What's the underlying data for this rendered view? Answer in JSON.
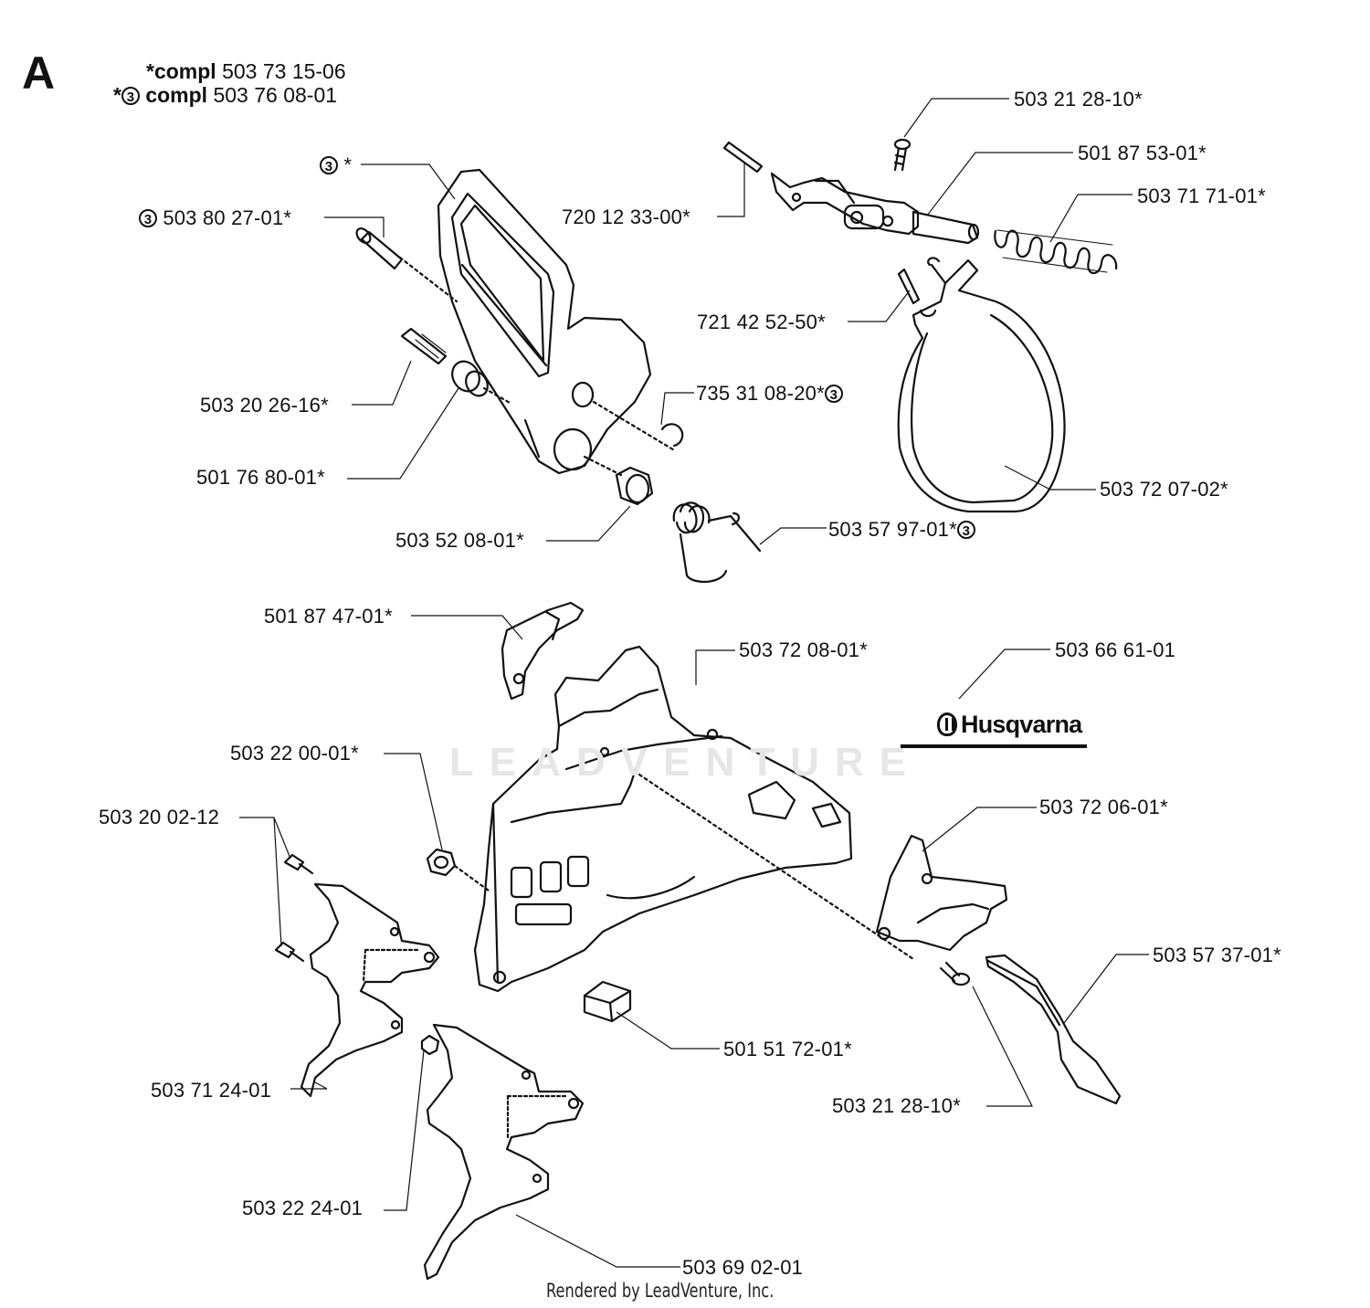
{
  "section_letter": "A",
  "kit_notes": {
    "line1": {
      "prefix": "*compl",
      "part": "503 73 15-06"
    },
    "line2": {
      "star": "*",
      "ring": "3",
      "prefix": "compl",
      "part": "503 76 08-01"
    }
  },
  "labels": {
    "p_503_21_28_10_top": "503 21 28-10*",
    "p_501_87_53_01": "501 87 53-01*",
    "p_503_71_71_01": "503 71 71-01*",
    "p_720_12_33_00": "720 12 33-00*",
    "p_ring_star": "*",
    "p_503_80_27_01": "503 80 27-01*",
    "p_721_42_52_50": "721 42 52-50*",
    "p_735_31_08_20": "735 31 08-20*",
    "p_503_20_26_16": "503 20 26-16*",
    "p_501_76_80_01": "501 76 80-01*",
    "p_503_72_07_02": "503 72 07-02*",
    "p_503_57_97_01": "503 57 97-01*",
    "p_503_52_08_01": "503 52 08-01*",
    "p_501_87_47_01": "501 87 47-01*",
    "p_503_72_08_01": "503 72 08-01*",
    "p_503_66_61_01": "503 66 61-01",
    "p_503_22_00_01": "503 22 00-01*",
    "p_503_72_06_01": "503 72 06-01*",
    "p_503_20_02_12": "503 20 02-12",
    "p_503_57_37_01": "503 57 37-01*",
    "p_501_51_72_01": "501 51 72-01*",
    "p_503_71_24_01": "503 71 24-01",
    "p_503_21_28_10_bottom": "503 21 28-10*",
    "p_503_22_24_01": "503 22 24-01",
    "p_503_69_02_01": "503 69 02-01"
  },
  "ring_symbol": "3",
  "logo_text": "Husqvarna",
  "watermark_text": "LEADVENTURE",
  "footer": "Rendered by LeadVenture, Inc."
}
